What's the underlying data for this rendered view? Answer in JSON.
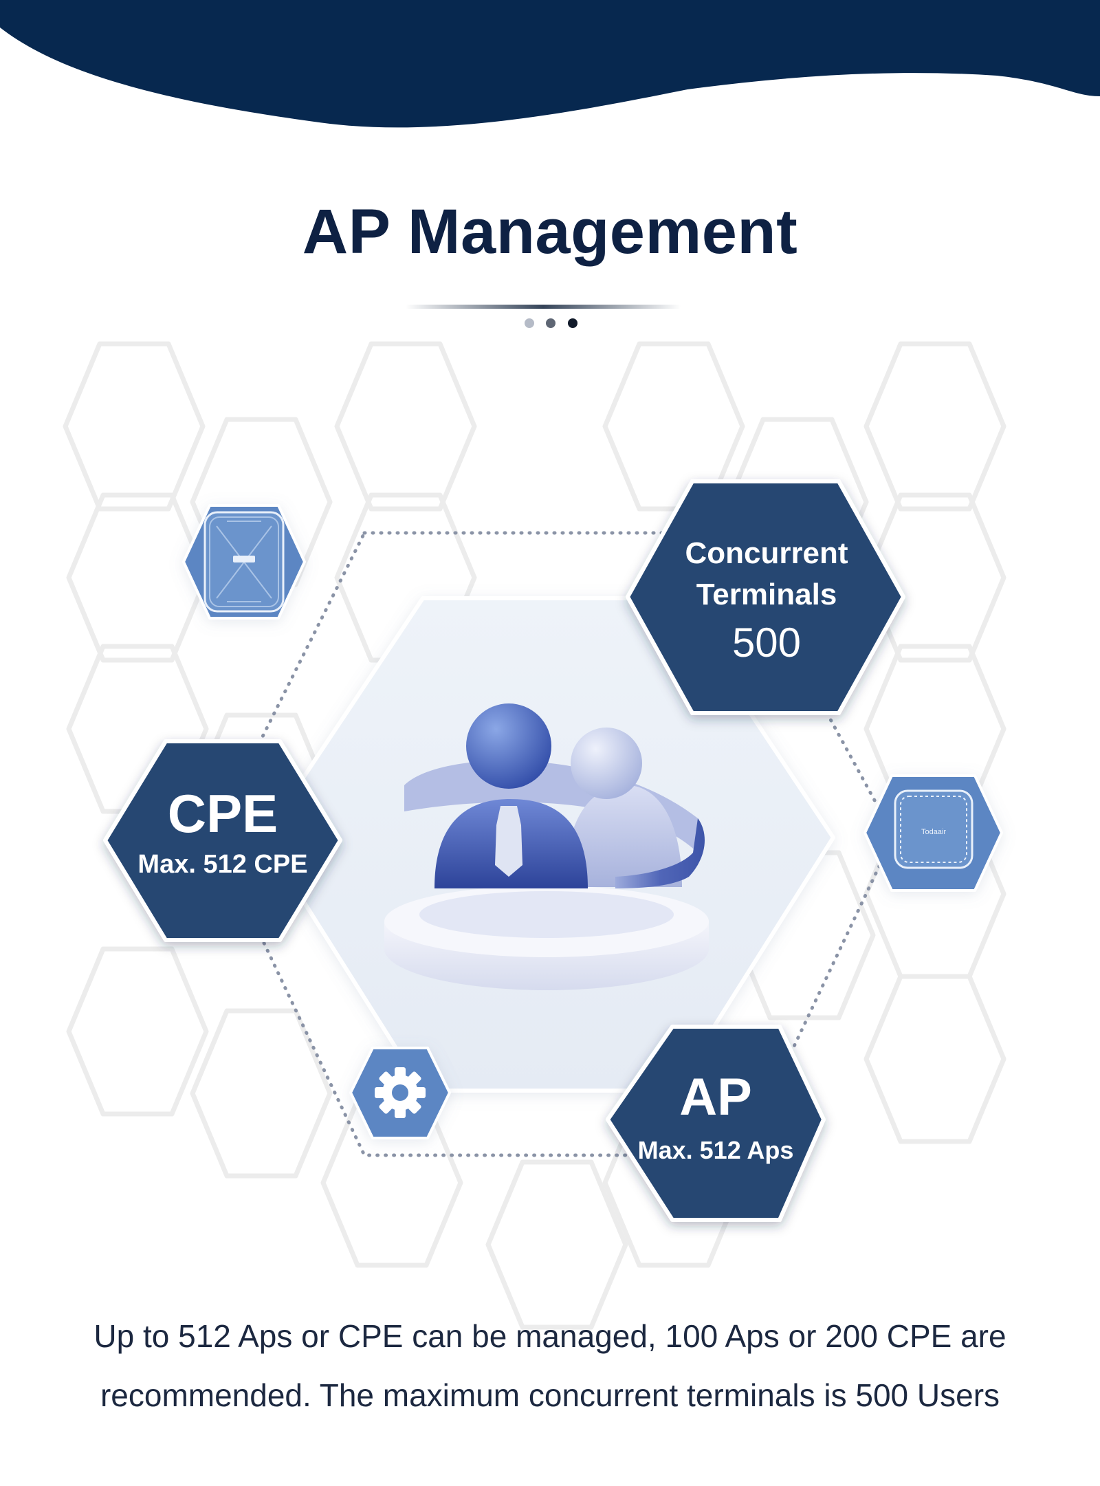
{
  "page": {
    "title": "AP Management"
  },
  "hexagons": {
    "terminals": {
      "line1": "Concurrent",
      "line2": "Terminals",
      "value": "500"
    },
    "cpe": {
      "title": "CPE",
      "subtitle": "Max. 512 CPE"
    },
    "ap": {
      "title": "AP",
      "subtitle": "Max. 512 Aps"
    }
  },
  "devices": {
    "ceiling_ap_brand": "Todaair"
  },
  "description": {
    "line1": "Up to 512 Aps or CPE can be managed, 100 Aps or 200 CPE are",
    "line2": "recommended. The maximum concurrent terminals is 500 Users"
  },
  "icons": [
    "users-icon",
    "gear-icon",
    "outdoor-cpe-device-icon",
    "ceiling-ap-device-icon",
    "pagination-dots"
  ],
  "colors": {
    "navy": "#07284f",
    "hex_dark": "#284772",
    "hex_light": "#5b86c3",
    "title": "#0e2143",
    "text": "#1c2840"
  }
}
